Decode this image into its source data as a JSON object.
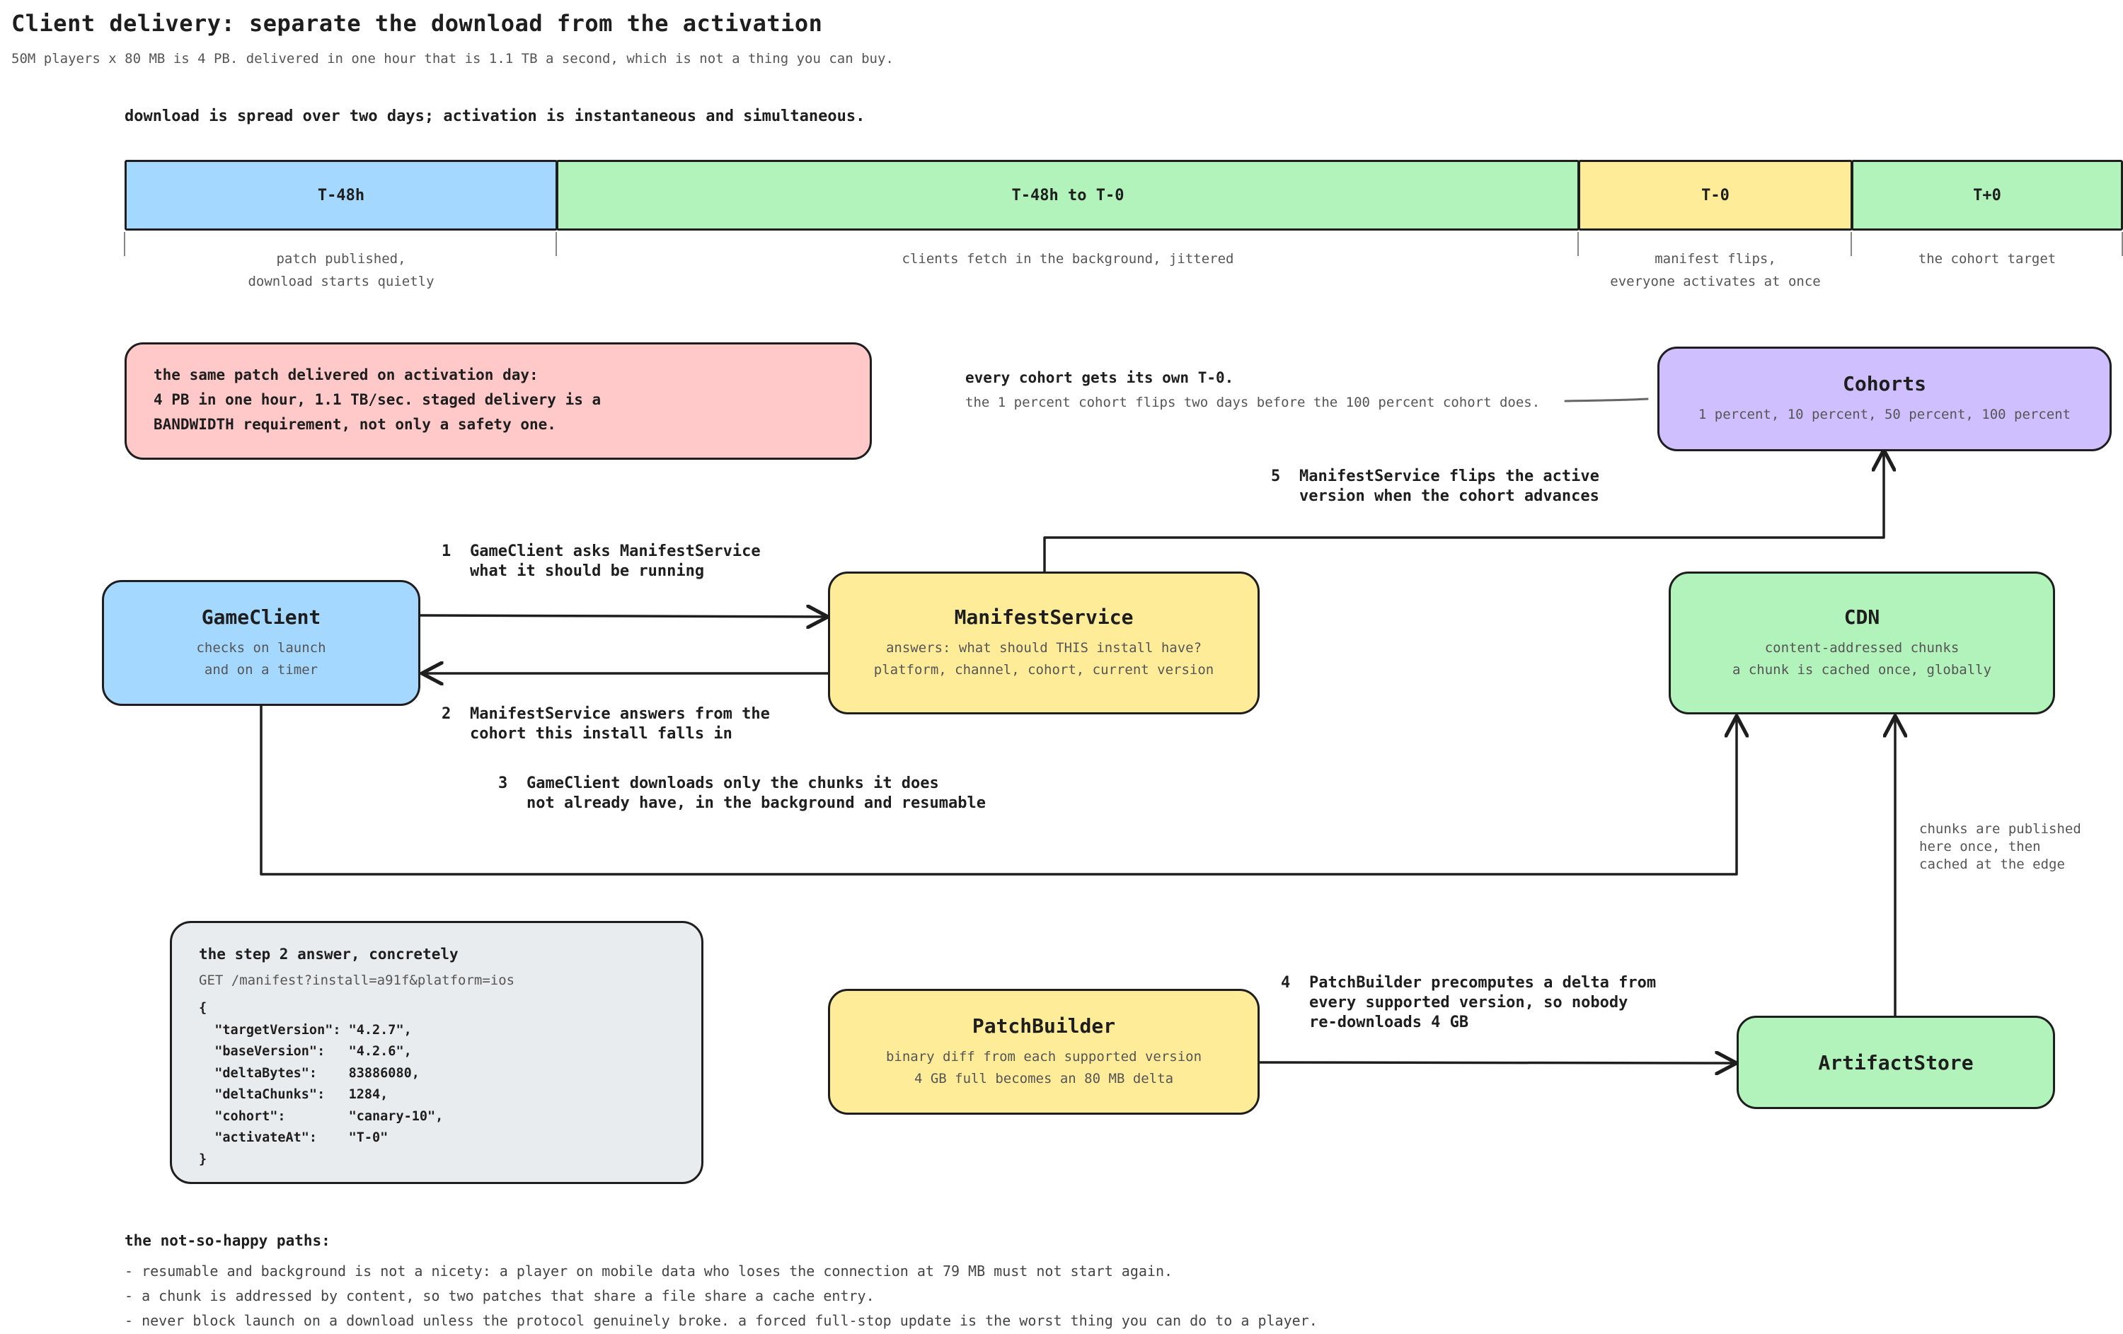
{
  "title": "Client delivery: separate the download from the activation",
  "subtitle": "50M players x 80 MB is 4 PB. delivered in one hour that is 1.1 TB a second, which is not a thing you can buy.",
  "timeline": {
    "lead": "download is spread over two days; activation is instantaneous and simultaneous.",
    "segments": [
      {
        "label": "T-48h",
        "color": "#a5d8ff",
        "caption_line1": "patch published,",
        "caption_line2": "download starts quietly"
      },
      {
        "label": "T-48h to T-0",
        "color": "#b2f2bb",
        "caption_line1": "clients fetch in the background, jittered",
        "caption_line2": ""
      },
      {
        "label": "T-0",
        "color": "#ffec99",
        "caption_line1": "manifest flips,",
        "caption_line2": "everyone activates at once"
      },
      {
        "label": "T+0",
        "color": "#b2f2bb",
        "caption_line1": "the cohort target",
        "caption_line2": ""
      }
    ]
  },
  "warning_note": {
    "line1": "the same patch delivered on activation day:",
    "line2": "4 PB in one hour, 1.1 TB/sec. staged delivery is a",
    "line3": "BANDWIDTH requirement, not only a safety one."
  },
  "cohort_note": {
    "line1": "every cohort gets its own T-0.",
    "line2": "the 1 percent cohort flips two days before the 100 percent cohort does."
  },
  "nodes": {
    "game_client": {
      "title": "GameClient",
      "line1": "checks on launch",
      "line2": "and on a timer",
      "color": "#a5d8ff"
    },
    "manifest_service": {
      "title": "ManifestService",
      "line1": "answers: what should THIS install have?",
      "line2": "platform, channel, cohort, current version",
      "color": "#ffec99"
    },
    "cdn": {
      "title": "CDN",
      "line1": "content-addressed chunks",
      "line2": "a chunk is cached once, globally",
      "color": "#b2f2bb"
    },
    "cohorts": {
      "title": "Cohorts",
      "line1": "1 percent, 10 percent, 50 percent, 100 percent",
      "color": "#d0bfff"
    },
    "patch_builder": {
      "title": "PatchBuilder",
      "line1": "binary diff from each supported version",
      "line2": "4 GB full becomes an 80 MB delta",
      "color": "#ffec99"
    },
    "artifact_store": {
      "title": "ArtifactStore",
      "color": "#b2f2bb"
    }
  },
  "steps": {
    "s1": {
      "num": "1",
      "text": "GameClient asks ManifestService\nwhat it should be running"
    },
    "s2": {
      "num": "2",
      "text": "ManifestService answers from the\ncohort this install falls in"
    },
    "s3": {
      "num": "3",
      "text": "GameClient downloads only the chunks it does\nnot already have, in the background and resumable"
    },
    "s4": {
      "num": "4",
      "text": "PatchBuilder precomputes a delta from\nevery supported version, so nobody\nre-downloads 4 GB"
    },
    "s5": {
      "num": "5",
      "text": "ManifestService flips the active\nversion when the cohort advances"
    }
  },
  "publish_note": "chunks are published\nhere once, then\ncached at the edge",
  "code_box": {
    "title": "the step 2 answer, concretely",
    "request": "GET /manifest?install=a91f&platform=ios",
    "body": "{\n  \"targetVersion\": \"4.2.7\",\n  \"baseVersion\":   \"4.2.6\",\n  \"deltaBytes\":    83886080,\n  \"deltaChunks\":   1284,\n  \"cohort\":        \"canary-10\",\n  \"activateAt\":    \"T-0\"\n}"
  },
  "unhappy_paths": {
    "heading": "the not-so-happy paths:",
    "items": [
      "- resumable and background is not a nicety: a player on mobile data who loses the connection at 79 MB must not start again.",
      "- a chunk is addressed by content, so two patches that share a file share a cache entry.",
      "- never block launch on a download unless the protocol genuinely broke. a forced full-stop update is the worst thing you can do to a player."
    ]
  }
}
